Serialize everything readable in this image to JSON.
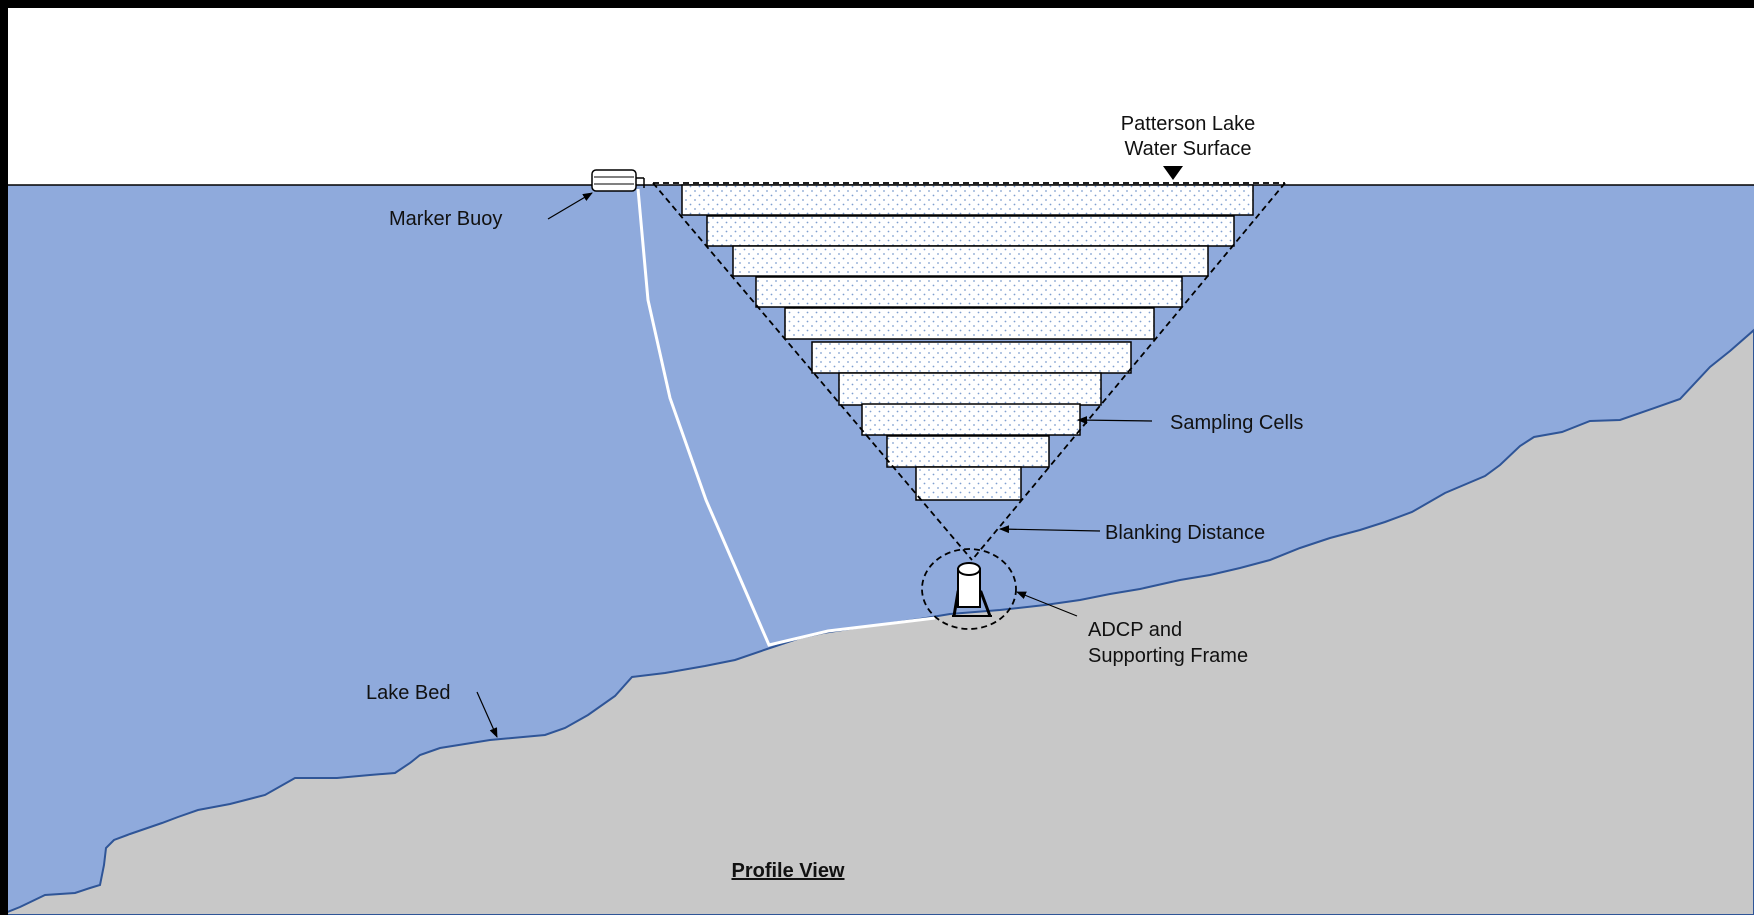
{
  "labels": {
    "surface_line1": "Patterson Lake",
    "surface_line2": "Water Surface",
    "marker_buoy": "Marker Buoy",
    "sampling_cells": "Sampling Cells",
    "blanking_distance": "Blanking Distance",
    "adcp_line1": "ADCP and",
    "adcp_line2": "Supporting Frame",
    "lake_bed": "Lake Bed",
    "view_title": "Profile View"
  },
  "colors": {
    "water": "#8faadc",
    "ground": "#c8c8c8",
    "bed_line": "#2f5597",
    "frame": "#000000",
    "mooring_line": "#ffffff",
    "cell_fill": "#ffffff",
    "cell_dots": "#7f9fd0"
  },
  "sampling_cell_count": 10
}
